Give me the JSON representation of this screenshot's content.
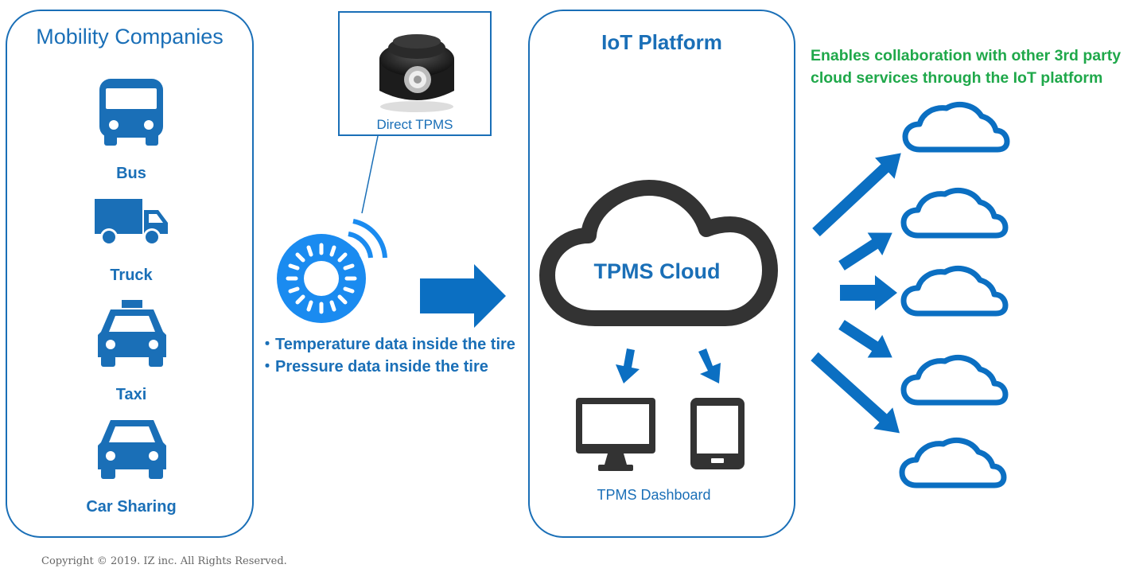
{
  "left_panel": {
    "title": "Mobility Companies",
    "vehicles": [
      {
        "label": "Bus",
        "icon": "bus-icon"
      },
      {
        "label": "Truck",
        "icon": "truck-icon"
      },
      {
        "label": "Taxi",
        "icon": "taxi-icon"
      },
      {
        "label": "Car Sharing",
        "icon": "car-icon"
      }
    ]
  },
  "sensor": {
    "label": "Direct TPMS",
    "image": "tpms-sensor-photo",
    "tire_icon": "tire-signal-icon"
  },
  "data_points": [
    "・Temperature data inside the tire",
    "・Pressure data inside the tire"
  ],
  "iot_platform": {
    "title": "IoT Platform",
    "cloud_label": "TPMS Cloud",
    "dashboard_label": "TPMS Dashboard",
    "devices": [
      "monitor-icon",
      "tablet-icon"
    ]
  },
  "third_party": {
    "text": "Enables collaboration with other 3rd party cloud services through the IoT platform",
    "cloud_count": 5
  },
  "footer": {
    "copyright": "Copyright © 2019. IZ inc. All Rights Reserved."
  },
  "colors": {
    "primary": "#1a6fb7",
    "arrow": "#0b6fc2",
    "dark": "#333333",
    "green": "#1fa84a"
  }
}
